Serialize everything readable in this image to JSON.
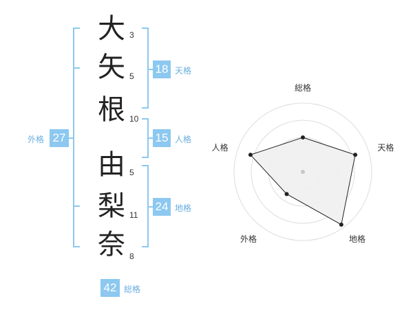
{
  "name_chars": [
    {
      "char": "大",
      "strokes": "3"
    },
    {
      "char": "矢",
      "strokes": "5"
    },
    {
      "char": "根",
      "strokes": "10"
    },
    {
      "char": "由",
      "strokes": "5"
    },
    {
      "char": "梨",
      "strokes": "11"
    },
    {
      "char": "奈",
      "strokes": "8"
    }
  ],
  "kaku": {
    "tenkaku": {
      "value": "18",
      "label": "天格"
    },
    "jinkaku": {
      "value": "15",
      "label": "人格"
    },
    "chikaku": {
      "value": "24",
      "label": "地格"
    },
    "gaikaku": {
      "value": "27",
      "label": "外格"
    },
    "soukaku": {
      "value": "42",
      "label": "総格"
    }
  },
  "colors": {
    "accent": "#8cc8f0",
    "accent_text": "#6aaee0"
  },
  "chart_data": {
    "type": "radar",
    "axes": [
      "総格",
      "天格",
      "地格",
      "外格",
      "人格"
    ],
    "values": [
      0.5,
      0.8,
      0.95,
      0.4,
      0.8
    ],
    "scale_max": 1,
    "rings": 4
  }
}
